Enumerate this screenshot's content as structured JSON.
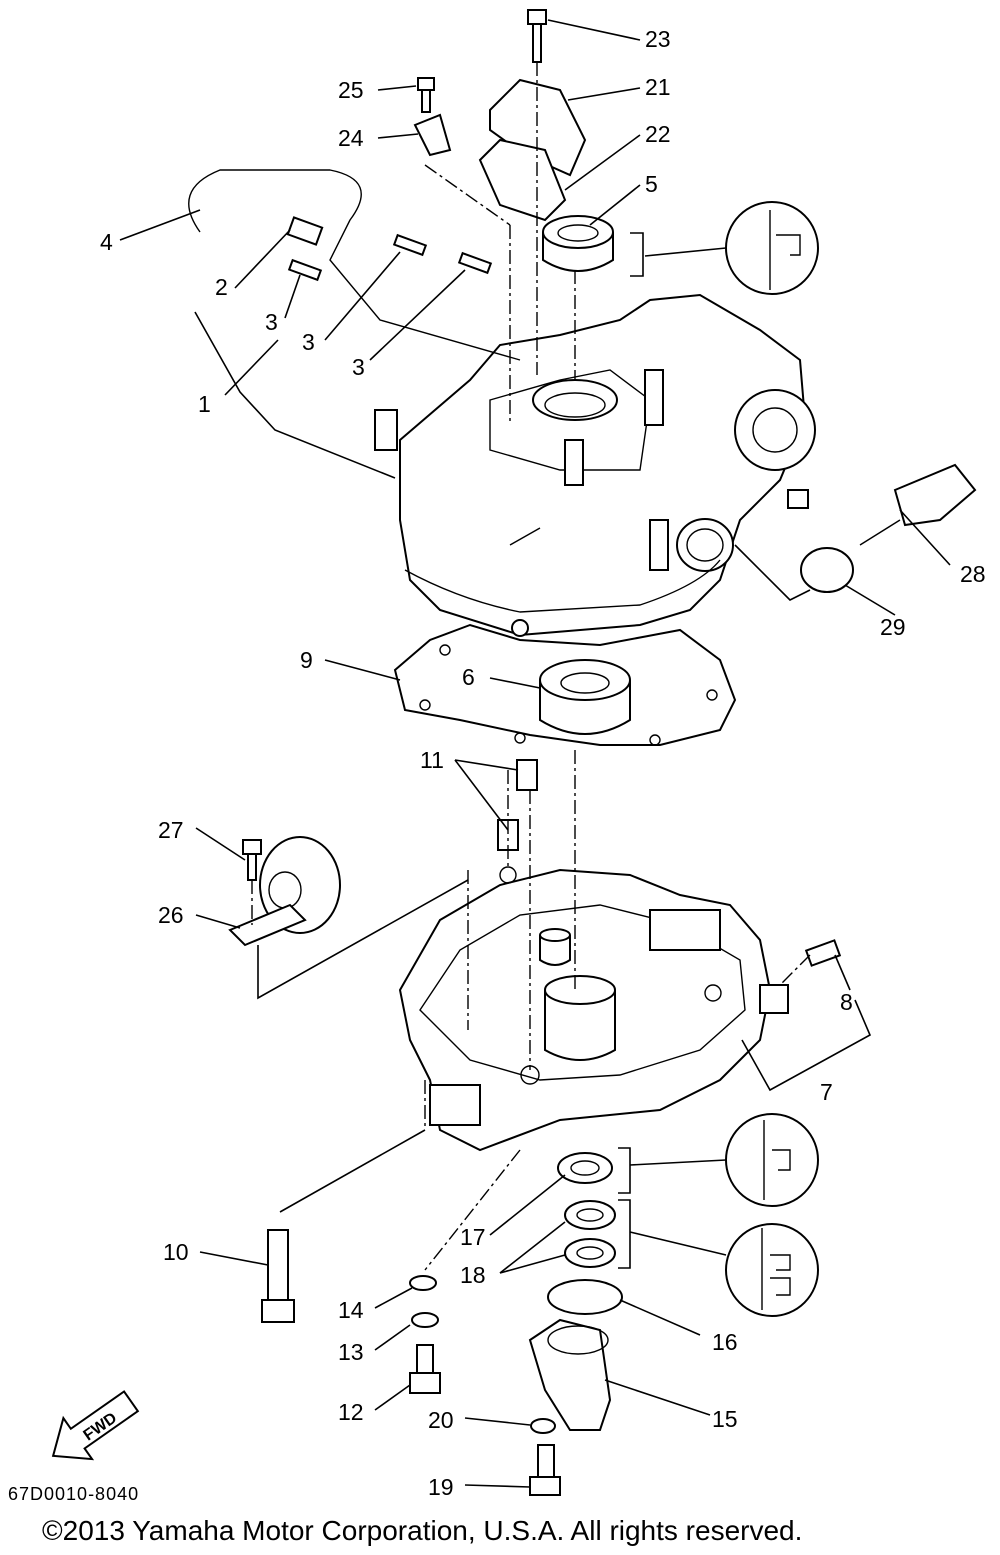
{
  "callouts": [
    "1",
    "2",
    "3",
    "3",
    "3",
    "4",
    "5",
    "6",
    "7",
    "8",
    "9",
    "10",
    "11",
    "12",
    "13",
    "14",
    "15",
    "16",
    "17",
    "18",
    "19",
    "20",
    "21",
    "22",
    "23",
    "24",
    "25",
    "26",
    "27",
    "28",
    "29"
  ],
  "fwd_label": "FWD",
  "diagram_code": "67D0010-8040",
  "copyright": "©2013 Yamaha Motor Corporation, U.S.A. All rights reserved."
}
